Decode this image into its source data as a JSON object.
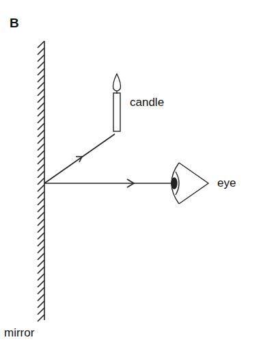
{
  "diagram": {
    "labels": [
      "B",
      "candle",
      "eye",
      "mirror"
    ]
  }
}
